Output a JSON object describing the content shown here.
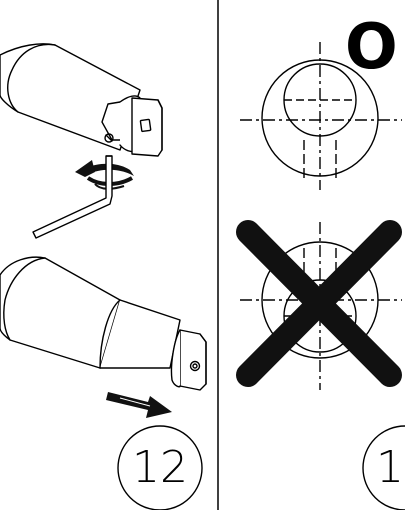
{
  "steps": {
    "left": "12",
    "right": "1"
  },
  "marks": {
    "correct": "O"
  }
}
